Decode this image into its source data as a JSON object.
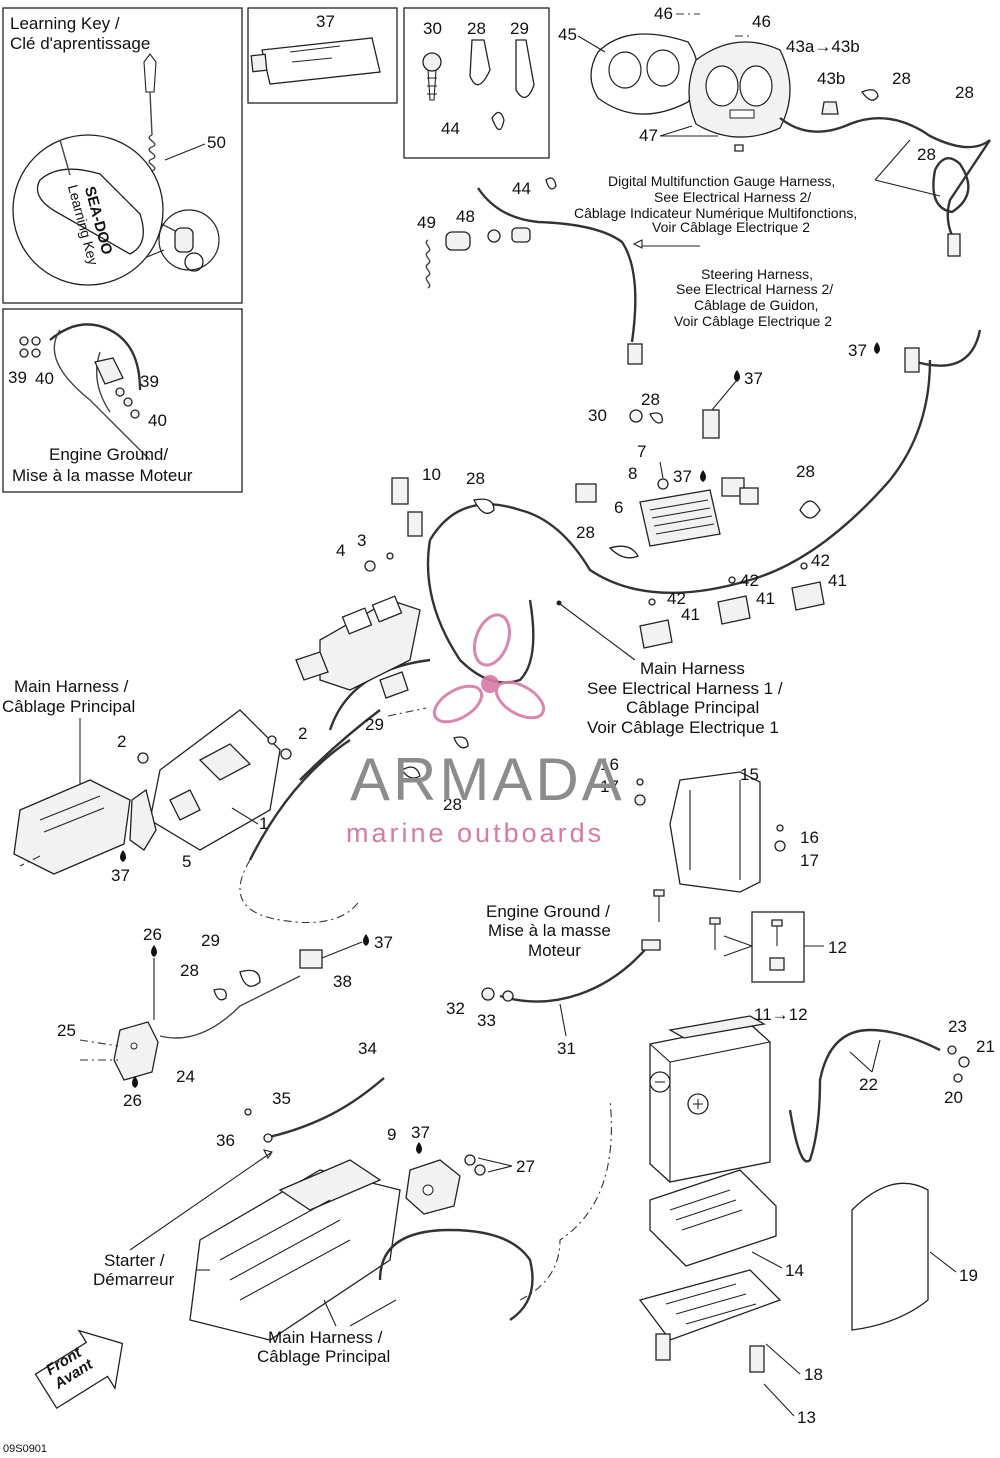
{
  "callouts": {
    "learning_key_en": "Learning Key /",
    "learning_key_fr": "Clé d'aprentissage",
    "engine_ground_box_en": "Engine Ground/",
    "engine_ground_box_fr": "Mise à la masse Moteur",
    "gauge_harness_1": "Digital Multifunction Gauge Harness,",
    "gauge_harness_2": "See Electrical Harness 2/",
    "gauge_harness_3": "Câblage Indicateur Numérique Multifonctions,",
    "gauge_harness_4": "Voir Câblage Electrique 2",
    "steering_1": "Steering Harness,",
    "steering_2": "See Electrical Harness 2/",
    "steering_3": "Câblage de Guidon,",
    "steering_4": "Voir Câblage Electrique 2",
    "main_harness_left_en": "Main Harness /",
    "main_harness_left_fr": "Câblage Principal",
    "main_harness_right_1": "Main Harness",
    "main_harness_right_2": "See Electrical Harness 1 /",
    "main_harness_right_3": "Câblage Principal",
    "main_harness_right_4": "Voir Câblage Electrique 1",
    "engine_ground_mid_1": "Engine Ground /",
    "engine_ground_mid_2": "Mise à la masse",
    "engine_ground_mid_3": "Moteur",
    "starter_en": "Starter /",
    "starter_fr": "Démarreur",
    "main_harness_bottom_en": "Main Harness /",
    "main_harness_bottom_fr": "Câblage Principal",
    "front_en": "Front",
    "front_fr": "Avant"
  },
  "part_labels": {
    "p1": "1",
    "p2a": "2",
    "p2b": "2",
    "p3": "3",
    "p4": "4",
    "p5": "5",
    "p6": "6",
    "p7": "7",
    "p8": "8",
    "p9": "9",
    "p10": "10",
    "p11": "11→12",
    "p12": "12",
    "p13": "13",
    "p14": "14",
    "p15": "15",
    "p16a": "16",
    "p16b": "16",
    "p17a": "17",
    "p17b": "17",
    "p18": "18",
    "p19": "19",
    "p20": "20",
    "p21": "21",
    "p22": "22",
    "p23": "23",
    "p24": "24",
    "p25": "25",
    "p26a": "26",
    "p26b": "26",
    "p27": "27",
    "p28a": "28",
    "p28b": "28",
    "p28c": "28",
    "p28d": "28",
    "p28e": "28",
    "p28f": "28",
    "p28g": "28",
    "p28h": "28",
    "p28i": "28",
    "p28j": "28",
    "p29a": "29",
    "p29b": "29",
    "p29c": "29",
    "p30a": "30",
    "p30b": "30",
    "p31": "31",
    "p32": "32",
    "p33": "33",
    "p34": "34",
    "p35": "35",
    "p36": "36",
    "p37a": "37",
    "p37b": "37",
    "p37c": "37",
    "p37d": "37",
    "p37e": "37",
    "p37f": "37",
    "p37g": "37",
    "p38": "38",
    "p39a": "39",
    "p39b": "39",
    "p40a": "40",
    "p40b": "40",
    "p41a": "41",
    "p41b": "41",
    "p41c": "41",
    "p42a": "42",
    "p42b": "42",
    "p42c": "42",
    "p43a": "43a→43b",
    "p43b": "43b",
    "p44a": "44",
    "p44b": "44",
    "p45": "45",
    "p46a": "46",
    "p46b": "46",
    "p47": "47",
    "p48": "48",
    "p49": "49",
    "p50": "50"
  },
  "product_text": {
    "key_logo": "SEA-DOO",
    "key_sub": "Learning Key"
  },
  "watermark": {
    "brand": "ARMADA",
    "tagline": "marine outboards",
    "brand_color": "#8c8c8c",
    "tagline_color": "#d67aa6"
  },
  "drawing_ref": "09S0901"
}
